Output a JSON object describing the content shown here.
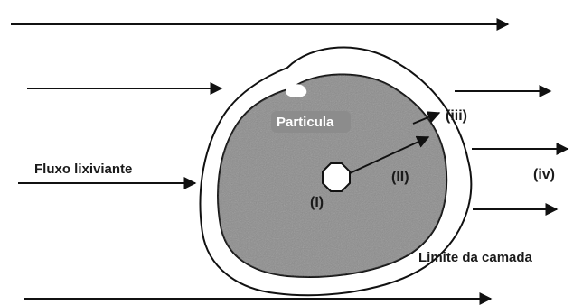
{
  "labels": {
    "particle": "Particula",
    "leach_flow": "Fluxo lixiviante",
    "stage_i": "(I)",
    "stage_ii": "(II)",
    "stage_iii": "(iii)",
    "stage_iv": "(iv)",
    "boundary_layer": "Limite da camada"
  },
  "colors": {
    "particle_fill": "#8c8c8c",
    "outline": "#111111",
    "background": "#ffffff"
  }
}
